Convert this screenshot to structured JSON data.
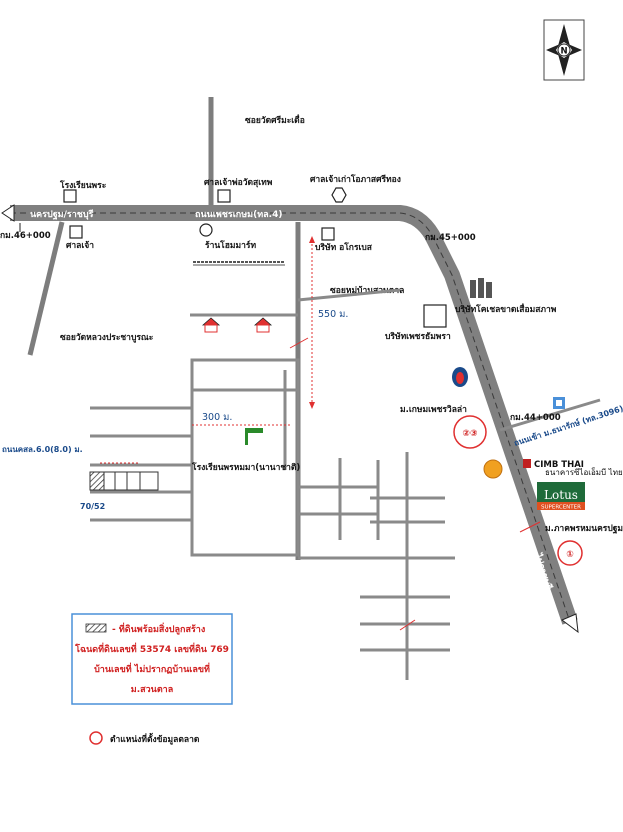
{
  "map": {
    "compass": {
      "letter": "N"
    },
    "roads": {
      "main_road": "ถนนเพชรเกษม(ทล.4)",
      "west_road": "นครปฐม/ราชบุรี",
      "soi_north": "ซอยวัดศรีมะเดื่อ",
      "soi_west": "ซอยวัดหลวงประชาบูรณะ",
      "soi_village": "ซอยหมู่บ้านสวนตาล",
      "lane_width": "ถนนคสล.6.0(8.0) ม.",
      "to_south": "ไปราชบุรี",
      "exit_road": "ถนนเข้า ม.ธนารักษ์ (ทล.3096)"
    },
    "kilometers": {
      "km_west": "กม.46+000",
      "km_east": "กม.45+000",
      "km_south": "กม.44+000"
    },
    "landmarks": {
      "school_north": "โรงเรียนพระ",
      "chapel": "ศาลเจ้า",
      "shrine": "ศาลเจ้าพ่อวัดสุเทพ",
      "dept_store": "ร้านโฮมมาร์ท",
      "company1": "บริษัท อโกรเบส",
      "hexagon": "ศาลเจ้าเก่าโอภาสศรีทอง",
      "company2": "บริษัทเพชรธัมพรา",
      "highway_office": "บริษัทโคเชลขาดเสื่อมสภาพ",
      "village": "ม.เกษมเพชรวิลล่า",
      "school_south": "โรงเรียนพรหมมา(นานาชาติ)",
      "cimb": "CIMB THAI",
      "cimb_sub": "ธนาคารซีไอเอ็มบี ไทย",
      "lotus": "Lotus",
      "lotus_sub": "SUPERCENTER",
      "village_south": "ม.ภาคพรหมนครปฐม",
      "plot_number": "70/52"
    },
    "distances": {
      "d550": "550 ม.",
      "d300": "300 ม."
    },
    "markers": {
      "m23": "②③",
      "m1": "①"
    },
    "legend": {
      "line1": "- ที่ดินพร้อมสิ่งปลูกสร้าง",
      "line2": "โฉนดที่ดินเลขที่ 53574 เลขที่ดิน 769",
      "line3": "บ้านเลขที่ ไม่ปรากฏบ้านเลขที่",
      "line4": "ม.สวนตาล",
      "marker_label": "ตำแหน่งที่ตั้งข้อมูลตลาด"
    },
    "colors": {
      "road_gray": "#7d7d7d",
      "legend_border": "#4a90d9",
      "accent_red": "#d02020",
      "text_blue": "#1a4a8a"
    }
  }
}
